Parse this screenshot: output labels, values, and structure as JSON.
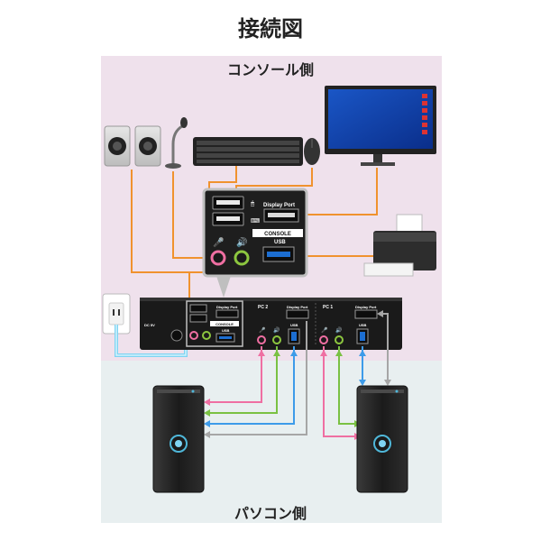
{
  "title": "接続図",
  "console_side_label": "コンソール側",
  "pc_side_label": "パソコン側",
  "console_panel": {
    "display_port": "Display Port",
    "console": "CONSOLE",
    "usb": "USB"
  },
  "device_panel": {
    "console_display_port": "Display Port",
    "console": "CONSOLE",
    "usb": "USB",
    "pc2": "PC 2",
    "pc2_display_port": "Display Port",
    "pc2_usb": "USB",
    "pc1": "PC 1",
    "pc1_display_port": "Display Port",
    "pc1_usb": "USB",
    "dc_in": "DC 5V"
  },
  "colors": {
    "console_bg": "#efe1ec",
    "pc_bg": "#e8eff0",
    "orange": "#f0922e",
    "pink": "#ef6fa2",
    "green": "#7ac143",
    "blue": "#3d9be9",
    "gray": "#a6a6a6",
    "power_cyan": "#7fd3f2"
  }
}
